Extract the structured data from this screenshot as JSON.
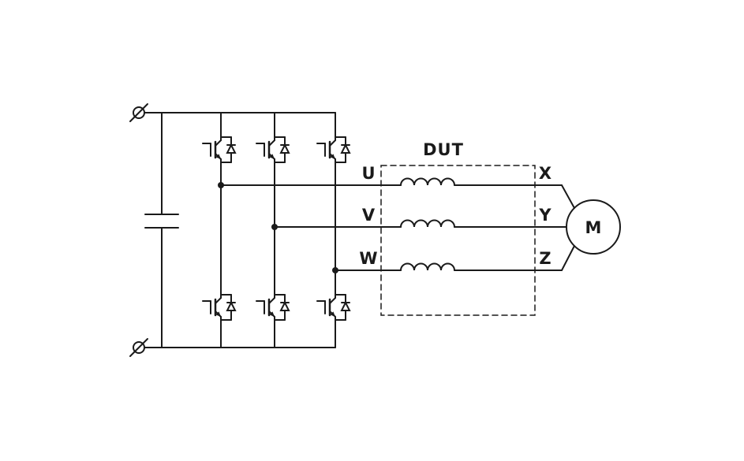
{
  "diagram": {
    "labels": {
      "phase_u": "U",
      "phase_v": "V",
      "phase_w": "W",
      "output_x": "X",
      "output_y": "Y",
      "output_z": "Z",
      "dut": "DUT",
      "motor": "M"
    },
    "colors": {
      "line": "#1a1a1a",
      "background": "#ffffff"
    }
  }
}
